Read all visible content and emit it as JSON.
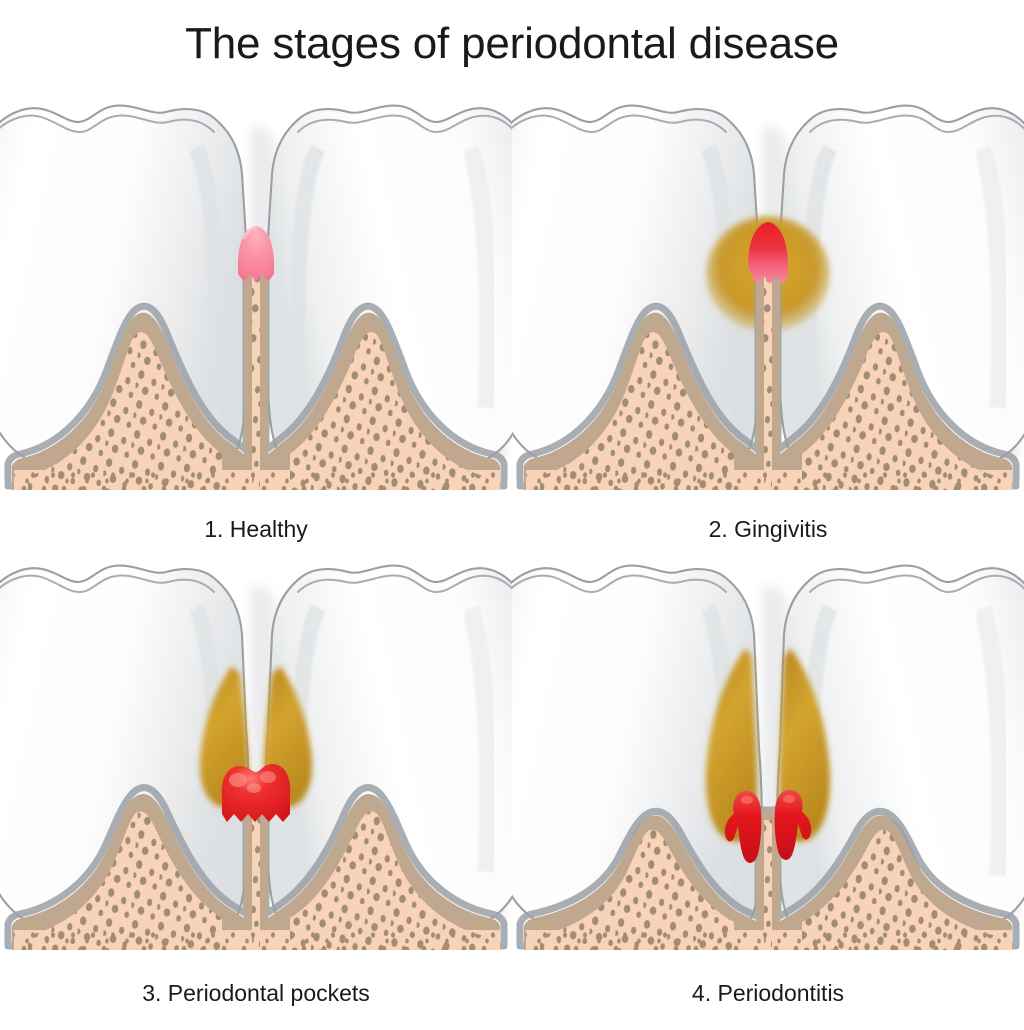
{
  "title": "The stages of periodontal disease",
  "colors": {
    "background": "#ffffff",
    "title_text": "#1a1a1a",
    "enamel_light": "#ffffff",
    "enamel_shade": "#e3e5e6",
    "tooth_outline": "#9b9fa3",
    "pdl_line": "#9aa0a6",
    "cortical_bone": "#c0a78f",
    "cancellous_bone": "#f9d3b7",
    "trabeculae": "#9c8870",
    "healthy_gum": "#f98ba0",
    "healthy_gum_deep": "#f47a93",
    "inflamed_gum": "#e8252a",
    "inflamed_gum_light": "#f4566c",
    "calculus": "#c89a2a",
    "calculus_dark": "#a8791a",
    "blood": "#e01b22"
  },
  "panels": [
    {
      "id": "panel-1",
      "caption": "1. Healthy",
      "stage": "healthy",
      "gum_color": "#f98ba0",
      "bone_level": "high",
      "calculus": "none",
      "bleeding": false
    },
    {
      "id": "panel-2",
      "caption": "2. Gingivitis",
      "stage": "gingivitis",
      "gum_color": "#e8252a",
      "bone_level": "high",
      "calculus": "small",
      "bleeding": false
    },
    {
      "id": "panel-3",
      "caption": "3. Periodontal pockets",
      "stage": "periodontal-pockets",
      "gum_color": "#e8252a",
      "bone_level": "receded",
      "calculus": "medium",
      "bleeding": false
    },
    {
      "id": "panel-4",
      "caption": "4. Periodontitis",
      "stage": "periodontitis",
      "gum_color": "#e01b22",
      "bone_level": "severe-loss",
      "calculus": "large",
      "bleeding": true
    }
  ]
}
